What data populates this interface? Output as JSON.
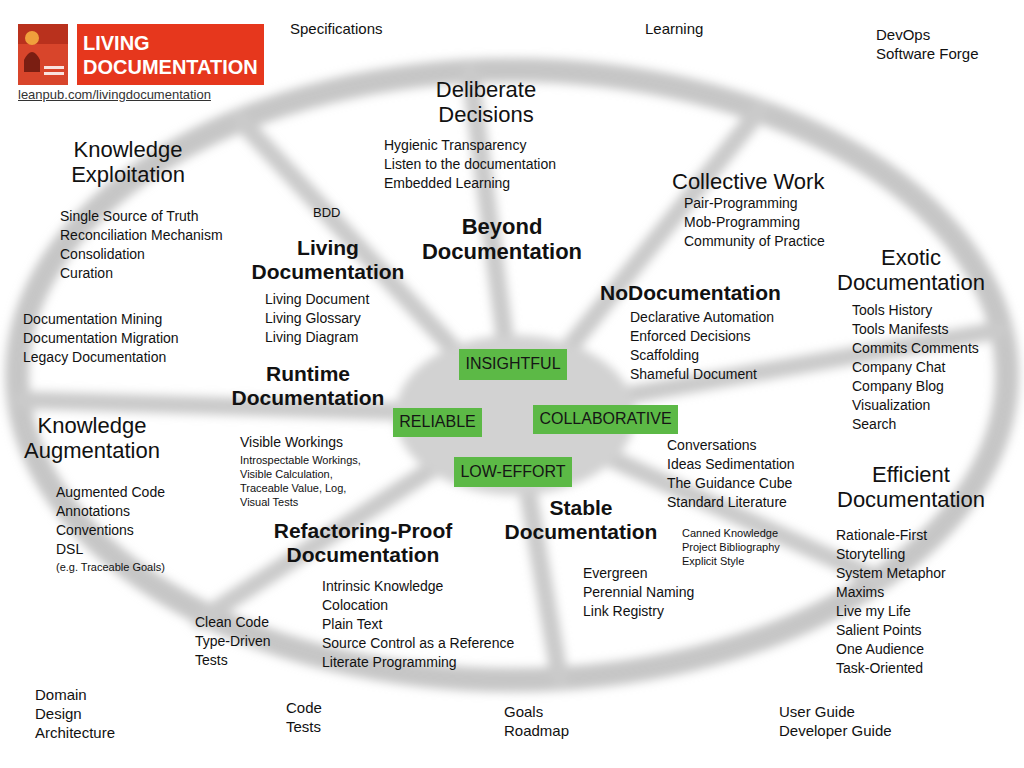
{
  "diagram": {
    "nodes": [
      {
        "text": [
          "LIVING DOCUMENTATION"
        ]
      },
      {
        "text": [
          "INSIGHTFUL"
        ]
      },
      {
        "text": [
          "RELIABLE"
        ]
      },
      {
        "text": [
          "COLLABORATIVE"
        ]
      },
      {
        "text": [
          "LOW-EFFORT"
        ]
      }
    ],
    "labels": [
      "Specifications",
      "Learning",
      "DevOps",
      "Software Forge",
      "leanpub.com/livingdocumentation",
      "Deliberate Decisions",
      "Hygienic Transparency",
      "Listen to the documentation",
      "Embedded Learning",
      "Knowledge Exploitation",
      "Collective Work",
      "Pair-Programming",
      "Mob-Programming",
      "Community of Practice",
      "BDD",
      "Single Source of Truth",
      "Reconciliation Mechanism",
      "Consolidation",
      "Curation",
      "Beyond Documentation",
      "Living Documentation",
      "Exotic Documentation",
      "NoDocumentation",
      "Living Document",
      "Living Glossary",
      "Living Diagram",
      "Tools History",
      "Tools Manifests",
      "Commits Comments",
      "Company Chat",
      "Company Blog",
      "Visualization",
      "Search",
      "Declarative Automation",
      "Enforced Decisions",
      "Scaffolding",
      "Shameful Document",
      "Documentation Mining",
      "Documentation Migration",
      "Legacy Documentation",
      "Runtime Documentation",
      "Knowledge Augmentation",
      "Visible Workings",
      "Introspectable Workings,",
      "Visible Calculation,",
      "Traceable Value, Log,",
      "Visual Tests",
      "Conversations",
      "Ideas Sedimentation",
      "The Guidance Cube",
      "Standard Literature",
      "Efficient Documentation",
      "Augmented Code",
      "Annotations",
      "Conventions",
      "DSL",
      "(e.g. Traceable Goals)",
      "Stable Documentation",
      "Refactoring-Proof Documentation",
      "Canned Knowledge",
      "Project Bibliography",
      "Explicit Style",
      "Rationale-First",
      "Storytelling",
      "System Metaphor",
      "Maxims",
      "Live my Life",
      "Salient Points",
      "One Audience",
      "Task-Oriented",
      "Evergreen",
      "Perennial Naming",
      "Link Registry",
      "Intrinsic Knowledge",
      "Colocation",
      "Plain Text",
      "Source Control as a Reference",
      "Literate Programming",
      "Clean Code",
      "Type-Driven",
      "Tests",
      "Domain",
      "Design",
      "Architecture",
      "Code",
      "Tests",
      "Goals",
      "Roadmap",
      "User Guide",
      "Developer Guide"
    ]
  }
}
